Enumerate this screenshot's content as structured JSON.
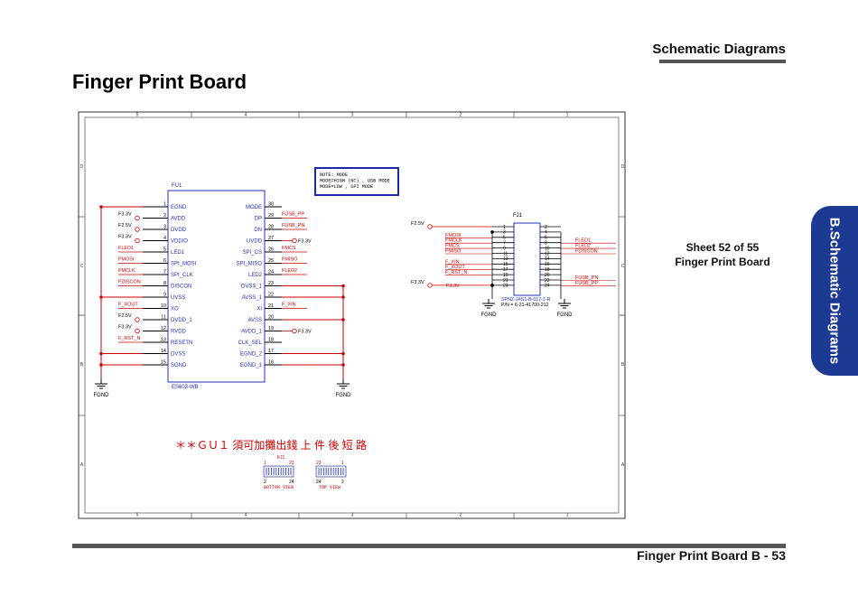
{
  "header": {
    "section": "Schematic  Diagrams"
  },
  "page_title": "Finger Print Board",
  "side_tab": "B.Schematic Diagrams",
  "sheet": {
    "line1": "Sheet 52 of 55",
    "line2": "Finger Print Board"
  },
  "footer": "Finger Print Board  B  -  53",
  "schematic": {
    "frame_cols": [
      "5",
      "4",
      "3",
      "2",
      "1"
    ],
    "frame_rows": [
      "D",
      "C",
      "B",
      "A"
    ],
    "fu1": {
      "ref": "FU1",
      "part": "ES603-WB",
      "left_pins": [
        {
          "num": "1",
          "name": "EGND",
          "net": ""
        },
        {
          "num": "2",
          "name": "AVDD",
          "net": "F3.3V"
        },
        {
          "num": "3",
          "name": "DVDD",
          "net": "F2.5V"
        },
        {
          "num": "4",
          "name": "VDDIO",
          "net": "F3.3V"
        },
        {
          "num": "5",
          "name": "LED1",
          "net": "FLED1"
        },
        {
          "num": "6",
          "name": "SPI_MOSI",
          "net": "FMOSI"
        },
        {
          "num": "7",
          "name": "SPI_CLK",
          "net": "FMCLK"
        },
        {
          "num": "8",
          "name": "DISCON",
          "net": "FDISCON"
        },
        {
          "num": "9",
          "name": "UVSS",
          "net": ""
        },
        {
          "num": "10",
          "name": "XO",
          "net": "F_XOUT"
        },
        {
          "num": "11",
          "name": "DVDD_1",
          "net": "F2.5V"
        },
        {
          "num": "12",
          "name": "RVDD",
          "net": "F3.3V"
        },
        {
          "num": "13",
          "name": "RESETN",
          "net": "F_RST_N"
        },
        {
          "num": "14",
          "name": "DVSS",
          "net": ""
        },
        {
          "num": "15",
          "name": "SGND",
          "net": ""
        }
      ],
      "right_pins": [
        {
          "num": "30",
          "name": "MODE",
          "net": ""
        },
        {
          "num": "29",
          "name": "DP",
          "net": "FUSB_PP"
        },
        {
          "num": "28",
          "name": "DN",
          "net": "FUSB_PN"
        },
        {
          "num": "27",
          "name": "UVDD",
          "net": "F3.3V"
        },
        {
          "num": "26",
          "name": "SPI_CS",
          "net": "FMCS"
        },
        {
          "num": "25",
          "name": "SPI_MISO",
          "net": "FMISO"
        },
        {
          "num": "24",
          "name": "LED2",
          "net": "FLED2"
        },
        {
          "num": "23",
          "name": "DVSS_1",
          "net": ""
        },
        {
          "num": "22",
          "name": "AVSS_1",
          "net": ""
        },
        {
          "num": "21",
          "name": "XI",
          "net": "F_XIN"
        },
        {
          "num": "20",
          "name": "AVSS",
          "net": ""
        },
        {
          "num": "19",
          "name": "AVDD_1",
          "net": "F3.3V"
        },
        {
          "num": "18",
          "name": "CLK_SEL",
          "net": ""
        },
        {
          "num": "17",
          "name": "EGND_2",
          "net": ""
        },
        {
          "num": "16",
          "name": "EGND_1",
          "net": ""
        }
      ],
      "ground_labels": [
        "FGND",
        "FGND"
      ]
    },
    "note": [
      "NOTE: MODE",
      "MODE=HIGH (NC) , USB MODE",
      "MODE=LOW ,     SPI MODE"
    ],
    "fj1": {
      "ref": "FJ1",
      "part_line1": "SPNZ-24S1-B-017-1-R",
      "part_line2": "P/N = 6-21-41700-212",
      "odd_pins": [
        "1",
        "3",
        "5",
        "7",
        "9",
        "11",
        "13",
        "15",
        "17",
        "19",
        "21",
        "23"
      ],
      "even_pins": [
        "2",
        "4",
        "6",
        "8",
        "10",
        "12",
        "14",
        "16",
        "18",
        "20",
        "22",
        "24"
      ],
      "left_nets": [
        {
          "label": "F2.5V",
          "pin": "1"
        },
        {
          "label": "FMOSI",
          "pin": "5"
        },
        {
          "label": "FMCLK",
          "pin": "7"
        },
        {
          "label": "FMCS",
          "pin": "9"
        },
        {
          "label": "FMISO",
          "pin": "11"
        },
        {
          "label": "F_XIN",
          "pin": "15"
        },
        {
          "label": "F_XOUT",
          "pin": "17"
        },
        {
          "label": "F_RST_N",
          "pin": "19"
        },
        {
          "label": "F3.3V",
          "pin": "23"
        }
      ],
      "right_nets": [
        {
          "label": "FLED1",
          "pin": "8"
        },
        {
          "label": "FLED2",
          "pin": "10"
        },
        {
          "label": "FDISCON",
          "pin": "12"
        },
        {
          "label": "FUSB_PN",
          "pin": "22"
        },
        {
          "label": "FUSB_PP",
          "pin": "24"
        }
      ],
      "ground_labels": [
        "FGND",
        "FGND"
      ]
    },
    "remark": "＊＊ＧＵ１ 須可加攤出錢 上 件 後 短 路",
    "footprint": {
      "ref": "FJ1",
      "bottom_label": "BOTTON VIEW",
      "top_label": "TOP VIEW",
      "bottom_pins": [
        "1",
        "23",
        "2",
        "24"
      ],
      "top_pins": [
        "23",
        "1",
        "24",
        "2"
      ]
    }
  },
  "colors": {
    "wire": "#cc0000",
    "body": "#2233bb",
    "net_label": "#cc0000",
    "note_box": "#1a2aa8",
    "tab": "#1d3a93"
  }
}
